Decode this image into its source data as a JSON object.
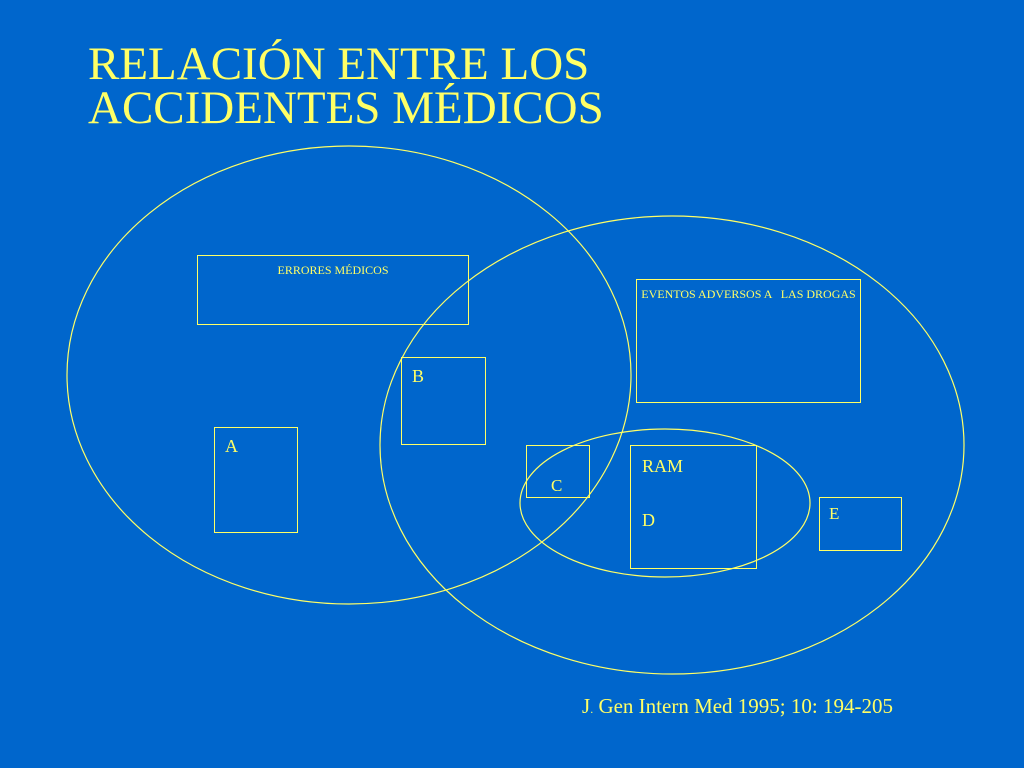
{
  "title": {
    "line1": "RELACIÓN ENTRE LOS",
    "line2": "ACCIDENTES MÉDICOS"
  },
  "sets": {
    "medical_errors_label": "ERRORES MÉDICOS",
    "adverse_drug_events_label": "EVENTOS ADVERSOS A   LAS DROGAS"
  },
  "regions": {
    "a": "A",
    "b": "B",
    "c": "C",
    "ram": "RAM",
    "d": "D",
    "e": "E"
  },
  "citation": {
    "prefix": "J",
    "dot": ".",
    "text": " Gen Intern Med 1995; 10: 194-205"
  },
  "colors": {
    "background": "#0066CC",
    "foreground": "#FFFF66"
  }
}
